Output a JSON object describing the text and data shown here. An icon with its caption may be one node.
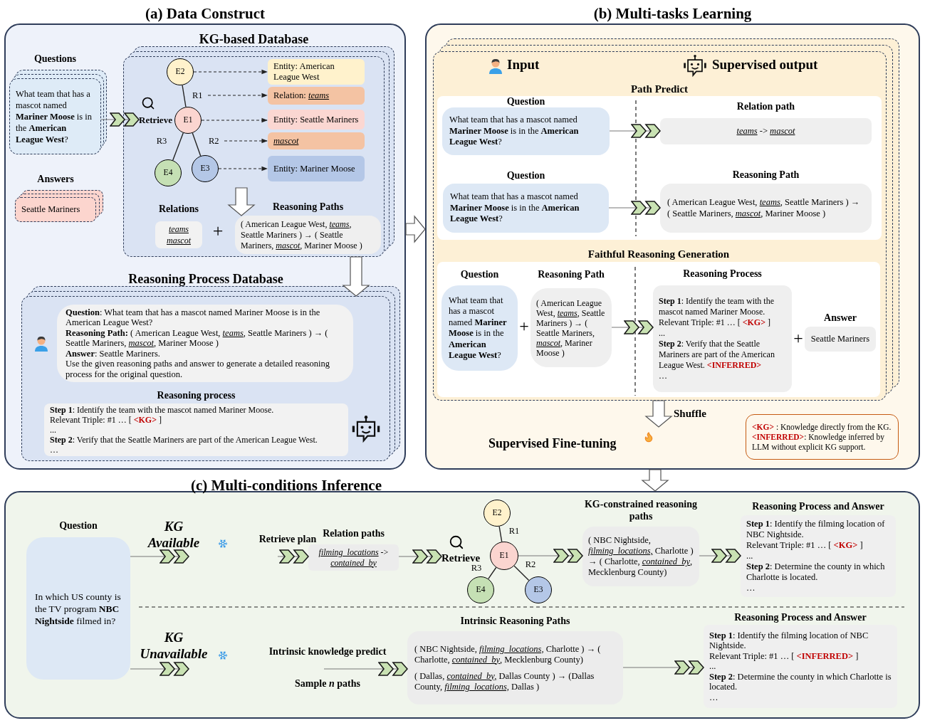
{
  "diagram": {
    "nodes": [
      {
        "text": [
          "(a) Data Construct"
        ]
      },
      {
        "text": [
          "KG-based Database"
        ],
        "in": 0
      },
      {
        "text": [
          "Questions",
          "What team that has a mascot named **Mariner Moose** is in the **American League West**?"
        ],
        "in": 0
      },
      {
        "text": [
          "Answers",
          "Seattle Mariners"
        ],
        "in": 0
      },
      {
        "text": [
          "Retrieve"
        ],
        "in": 1
      },
      {
        "text": [
          "E2"
        ],
        "in": 1
      },
      {
        "text": [
          "E1"
        ],
        "in": 1
      },
      {
        "text": [
          "E4"
        ],
        "in": 1
      },
      {
        "text": [
          "E3"
        ],
        "in": 1
      },
      {
        "text": [
          "R1"
        ],
        "in": 1
      },
      {
        "text": [
          "R2"
        ],
        "in": 1
      },
      {
        "text": [
          "Entity: American League West"
        ],
        "in": 1
      },
      {
        "text": [
          "Relation: *teams*"
        ],
        "in": 1
      },
      {
        "text": [
          "Entity: Seattle Mariners"
        ],
        "in": 1
      },
      {
        "text": [
          "*mascot*"
        ],
        "in": 1
      },
      {
        "text": [
          "Entity: Mariner Moose"
        ],
        "in": 1
      },
      {
        "text": [
          "Relations",
          "*teams* *mascot*"
        ],
        "in": 1
      },
      {
        "text": [
          "Reasoning Paths",
          "( American League West, *teams*, Seattle Mariners ) → ( Seattle Mariners, *mascot*, Mariner Moose )"
        ],
        "in": 1
      },
      {
        "text": [
          "Reasoning Process Database"
        ],
        "in": 0
      },
      {
        "text": [
          "**Question**: What team that has a mascot named Mariner Moose is in the American League West?",
          "**Reasoning Path:** ( American League West, *teams*, Seattle Mariners ) → ( Seattle Mariners, *mascot*, Mariner Moose )",
          "**Answer**: Seattle Mariners.",
          "Use the given reasoning paths and answer to generate a detailed reasoning process for the original question."
        ],
        "in": 18
      },
      {
        "text": [
          "Reasoning process",
          "**Step 1**: Identify the team with the mascot named Mariner Moose.",
          "Relevant Triple: #1 … [ **<KG>** ]",
          "...",
          "**Step 2**: Verify that the Seattle Mariners are part of the American League West.",
          "…"
        ],
        "in": 18
      },
      {
        "text": [
          "(b) Multi-tasks Learning"
        ]
      },
      {
        "text": [],
        "shape": "box",
        "in": 21
      },
      {
        "text": [
          "Path Predict"
        ],
        "in": 22
      },
      {
        "text": [
          "Question",
          "What team that has a mascot named **Mariner Moose** is in the **American League West**?"
        ],
        "in": 23
      },
      {
        "text": [
          "Relation path",
          "*teams* -> *mascot*"
        ],
        "in": 23
      },
      {
        "text": [
          "Question",
          "What team that has a mascot named **Mariner Moose** is in the **American League West**?"
        ],
        "in": 23
      },
      {
        "text": [
          "Reasoning Path",
          "( American League West, *teams*, Seattle Mariners ) → ( Seattle Mariners, *mascot*, Mariner Moose )"
        ],
        "in": 23
      },
      {
        "text": [
          "Faithful Reasoning Generation"
        ],
        "in": 22
      },
      {
        "text": [
          "Question",
          "What team that has a mascot named **Mariner Moose** is in the **American League West**?"
        ],
        "in": 28
      },
      {
        "text": [
          "Reasoning Path",
          "( American League West, *teams*, Seattle Mariners ) → ( Seattle Mariners, *mascot*, Mariner Moose )"
        ],
        "in": 28
      },
      {
        "text": [
          "Reasoning Process",
          "**Step 1**: Identify the team with the mascot named Mariner Moose.",
          "Relevant Triple: #1 … [ **<KG>** ]",
          "...",
          "**Step 2**: Verify that the Seattle Mariners are part of the American League West. **<INFERRED>**",
          "…"
        ],
        "in": 28
      },
      {
        "text": [
          "Answer",
          "Seattle Mariners"
        ],
        "in": 28
      },
      {
        "text": [
          "Supervised Fine-tuning"
        ],
        "in": 21
      },
      {
        "text": [
          "**<KG>** : Knowledge directly from the KG.",
          "**<INFERRED>**: Knowledge inferred by LLM without explicit KG support."
        ],
        "in": 21
      },
      {
        "text": [
          "(c) Multi-conditions Inference"
        ]
      },
      {
        "text": [
          "Question",
          "In which US county is the TV program **NBC Nightside** filmed in?"
        ],
        "in": 35
      },
      {
        "text": [
          "Relation paths",
          "*filming_locations* -> *contained_by*"
        ],
        "in": 35
      },
      {
        "text": [
          "Retrieve"
        ],
        "in": 35
      },
      {
        "text": [
          "E2"
        ],
        "in": 35
      },
      {
        "text": [
          "E1"
        ],
        "in": 35
      },
      {
        "text": [
          "E4"
        ],
        "in": 35
      },
      {
        "text": [
          "E3"
        ],
        "in": 35
      },
      {
        "text": [
          "KG-constrained reasoning paths",
          "( NBC Nightside, *filming_locations,* Charlotte ) → ( Charlotte, *contained_by*, Mecklenburg County)"
        ],
        "in": 35
      },
      {
        "text": [
          "Reasoning Process and Answer",
          "**Step 1**: Identify the filming location of NBC Nightside.",
          "Relevant Triple: #1 … [ **<KG>** ]",
          "...",
          "**Step 2**: Determine the county in which Charlotte is located.",
          "…"
        ],
        "in": 35
      },
      {
        "text": [
          "Intrinsic Reasoning Paths",
          "( NBC Nightside, *filming_locations,* Charlotte ) → ( Charlotte, *contained_by*, Mecklenburg County)",
          "( Dallas, *contained_by,* Dallas County ) → (Dallas County, *filming_locations,* Dallas )"
        ],
        "in": 35
      },
      {
        "text": [
          "Reasoning Process and Answer",
          "**Step 1**: Identify the filming location of NBC Nightside.",
          "Relevant Triple: #1 … [ **<INFERRED>** ]",
          "...",
          "**Step 2**: Determine the county in which Charlotte is located.",
          "…"
        ],
        "in": 35
      }
    ],
    "edges": [
      {
        "from": 2,
        "to": 4,
        "arrow": "to"
      },
      {
        "from": 5,
        "to": 6,
        "arrow": "none"
      },
      {
        "from": 6,
        "to": 7,
        "arrow": "none",
        "label": "R3"
      },
      {
        "from": 6,
        "to": 8,
        "arrow": "none"
      },
      {
        "from": 5,
        "to": 11,
        "arrow": "to",
        "style": "dashed"
      },
      {
        "from": 9,
        "to": 12,
        "arrow": "to",
        "style": "dashed"
      },
      {
        "from": 6,
        "to": 13,
        "arrow": "to",
        "style": "dashed"
      },
      {
        "from": 10,
        "to": 14,
        "arrow": "to",
        "style": "dashed"
      },
      {
        "from": 8,
        "to": 15,
        "arrow": "to",
        "style": "dashed"
      },
      {
        "from": 1,
        "to": 18,
        "arrow": "to",
        "style": "thick"
      },
      {
        "from": 0,
        "to": 21,
        "arrow": "to",
        "style": "thick"
      },
      {
        "from": null,
        "to": 17,
        "arrow": "to",
        "style": "thick"
      },
      {
        "from": 24,
        "to": 25,
        "arrow": "to"
      },
      {
        "from": 26,
        "to": 27,
        "arrow": "to"
      },
      {
        "from": 30,
        "to": 31,
        "arrow": "to"
      },
      {
        "from": 22,
        "to": null,
        "arrow": "to",
        "style": "thick",
        "label": "Shuffle"
      },
      {
        "from": 21,
        "to": 35,
        "arrow": "to",
        "style": "thick"
      },
      {
        "from": 36,
        "to": null,
        "arrow": "to",
        "label": "KG Available"
      },
      {
        "from": null,
        "to": 37,
        "arrow": "to",
        "label": "Retrieve plan"
      },
      {
        "from": 37,
        "to": 38,
        "arrow": "to"
      },
      {
        "from": 39,
        "to": 40,
        "arrow": "none",
        "label": "R1"
      },
      {
        "from": 40,
        "to": 41,
        "arrow": "none",
        "label": "R3"
      },
      {
        "from": 40,
        "to": 42,
        "arrow": "none",
        "label": "R2"
      },
      {
        "from": 40,
        "to": 43,
        "arrow": "to"
      },
      {
        "from": 43,
        "to": 44,
        "arrow": "to"
      },
      {
        "from": 36,
        "to": null,
        "arrow": "to",
        "label": "KG Unavailable"
      },
      {
        "from": null,
        "to": 45,
        "arrow": "to",
        "label": "Intrinsic knowledge predict"
      },
      {
        "from": 45,
        "to": 46,
        "arrow": "to"
      }
    ],
    "labels": [
      "+",
      "Input",
      "Supervised output",
      "+",
      "+",
      "Sample *n* paths"
    ]
  }
}
